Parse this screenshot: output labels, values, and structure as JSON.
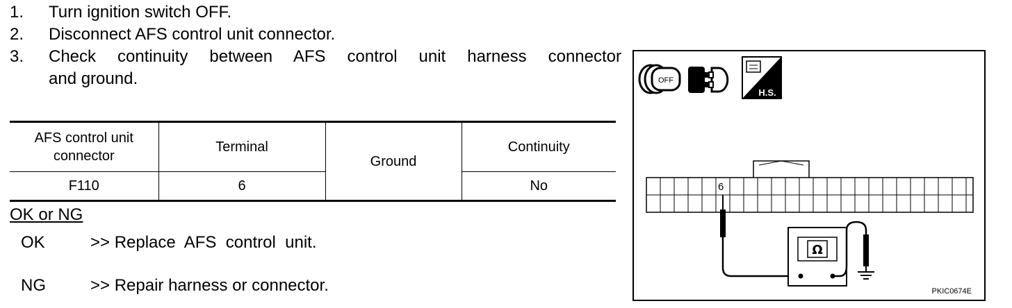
{
  "steps": [
    {
      "num": "1.",
      "text": "Turn ignition switch OFF."
    },
    {
      "num": "2.",
      "text": "Disconnect AFS control unit connector."
    },
    {
      "num": "3.",
      "text": "Check continuity between AFS control unit harness connector",
      "text_cont": "and ground."
    }
  ],
  "table": {
    "headers": {
      "connector": "AFS control unit connector",
      "terminal": "Terminal",
      "ground": "Ground",
      "continuity": "Continuity"
    },
    "row": {
      "connector": "F110",
      "terminal": "6",
      "continuity": "No"
    }
  },
  "result": {
    "title": "OK or NG",
    "ok_key": "OK",
    "ok_text": ">> Replace  AFS  control  unit.",
    "ng_key": "NG",
    "ng_text": ">> Repair harness or connector."
  },
  "figure": {
    "icons": [
      "ignition-off-icon",
      "disconnect-connector-icon",
      "harness-side-icon"
    ],
    "key_text": "OFF",
    "hs_text": "H.S.",
    "terminal_label": "6",
    "meter_symbol": "Ω",
    "code": "PKIC0674E"
  }
}
